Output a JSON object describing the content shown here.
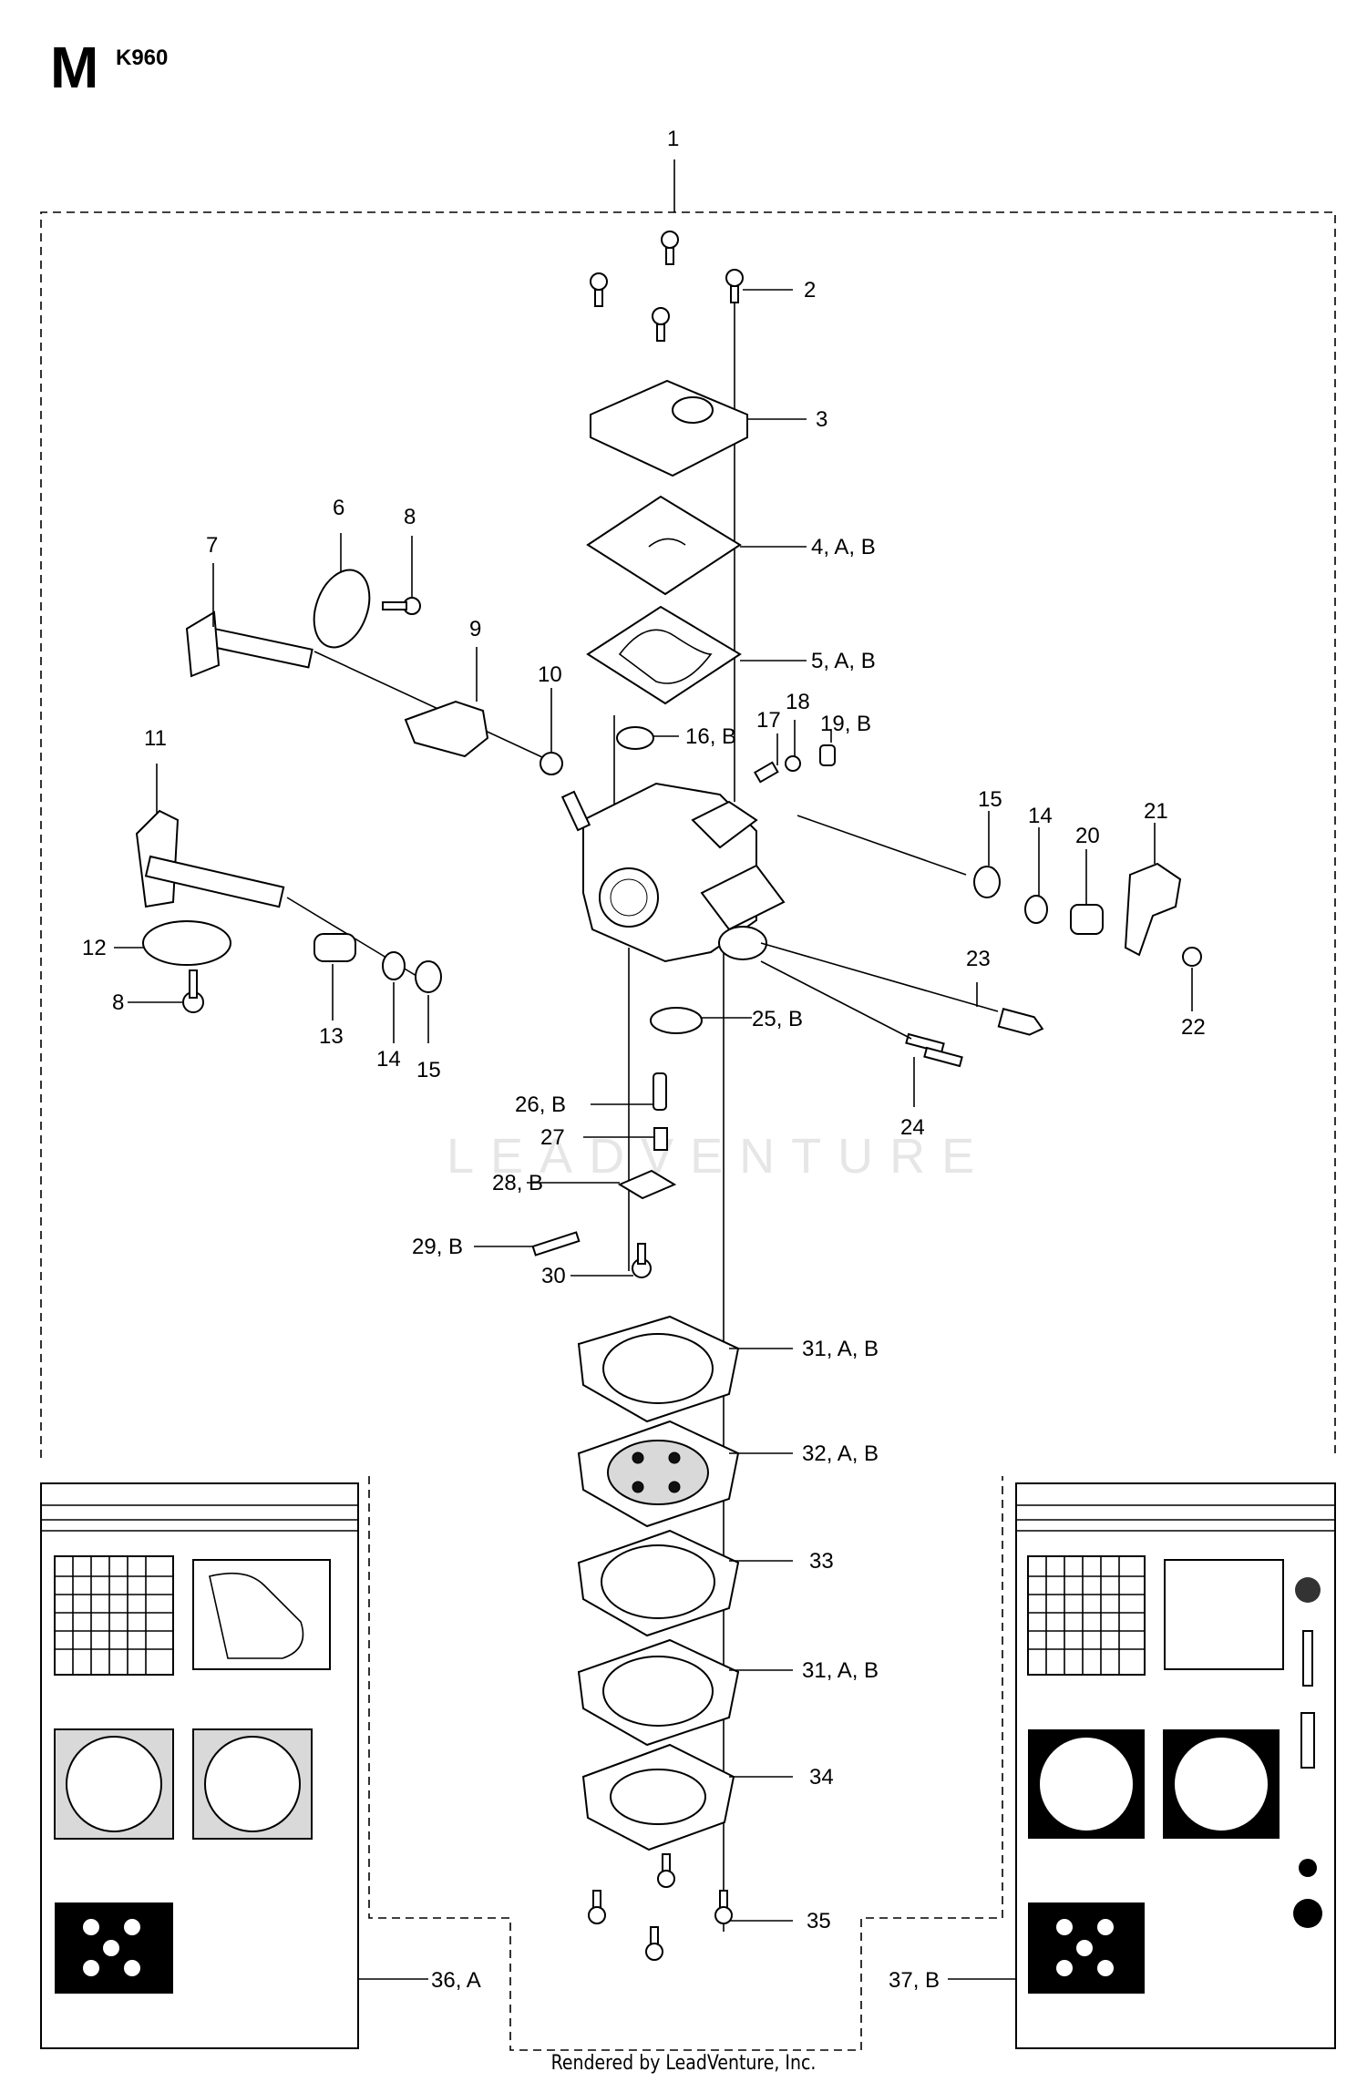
{
  "header": {
    "section": "M",
    "model": "K960"
  },
  "footer": {
    "credit": "Rendered by LeadVenture, Inc."
  },
  "watermark": {
    "text": "LEADVENTURE"
  },
  "callouts": {
    "c1": "1",
    "c2": "2",
    "c3": "3",
    "c4": "4, A, B",
    "c5": "5, A, B",
    "c6": "6",
    "c7": "7",
    "c8a": "8",
    "c8b": "8",
    "c9": "9",
    "c10": "10",
    "c11": "11",
    "c12": "12",
    "c13": "13",
    "c14a": "14",
    "c14b": "14",
    "c15a": "15",
    "c15b": "15",
    "c16": "16, B",
    "c17": "17",
    "c18": "18",
    "c19": "19, B",
    "c20": "20",
    "c21": "21",
    "c22": "22",
    "c23": "23",
    "c24": "24",
    "c25": "25, B",
    "c26": "26, B",
    "c27": "27",
    "c28": "28, B",
    "c29": "29, B",
    "c30": "30",
    "c31a": "31, A, B",
    "c32": "32, A, B",
    "c33": "33",
    "c31b": "31, A, B",
    "c34": "34",
    "c35": "35",
    "c36": "36, A",
    "c37": "37, B"
  }
}
